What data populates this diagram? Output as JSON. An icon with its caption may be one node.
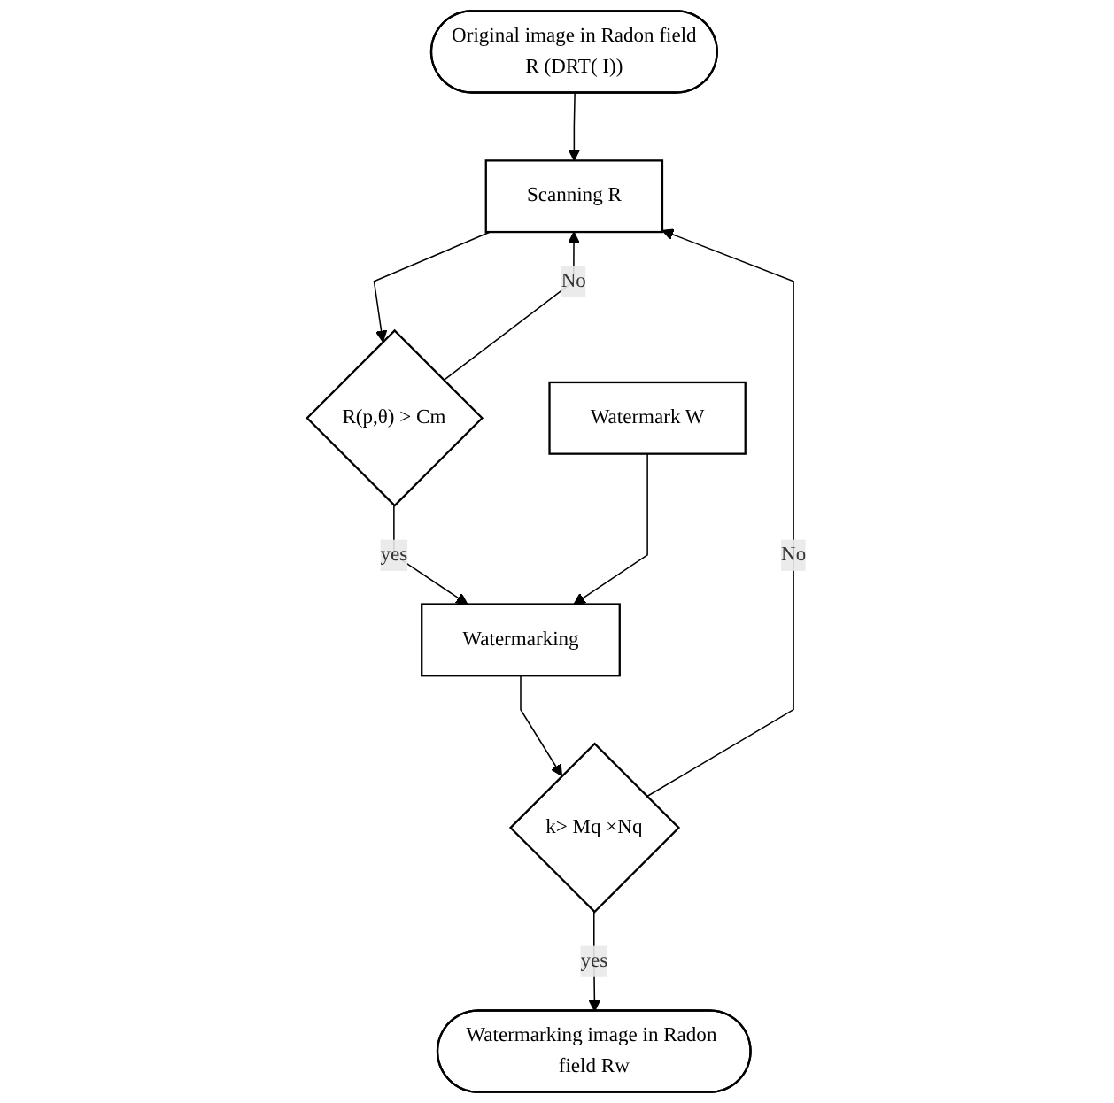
{
  "diagram": {
    "nodes": [
      {
        "text": [
          "Original image in Radon field",
          "R (DRT( I))"
        ]
      },
      {
        "text": [
          "Scanning R"
        ]
      },
      {
        "text": [
          "R(p,θ) > Cm"
        ]
      },
      {
        "text": [
          "Watermarking"
        ]
      },
      {
        "text": [
          "Watermark W"
        ]
      },
      {
        "text": [
          "k> Mq ×Nq"
        ]
      },
      {
        "text": [
          "Watermarking image in Radon field Rw"
        ]
      }
    ],
    "edges": [
      {
        "from": 0,
        "to": 1,
        "arrow": "to"
      },
      {
        "from": 1,
        "to": 2,
        "arrow": "to"
      },
      {
        "from": 2,
        "to": 1,
        "arrow": "to",
        "label": "No"
      },
      {
        "from": 2,
        "to": 3,
        "arrow": "to",
        "label": "yes"
      },
      {
        "from": 4,
        "to": 3,
        "arrow": "to"
      },
      {
        "from": 3,
        "to": 5,
        "arrow": "to"
      },
      {
        "from": 5,
        "to": 1,
        "arrow": "to",
        "label": "No"
      },
      {
        "from": 5,
        "to": 6,
        "arrow": "to",
        "label": "yes"
      }
    ]
  }
}
